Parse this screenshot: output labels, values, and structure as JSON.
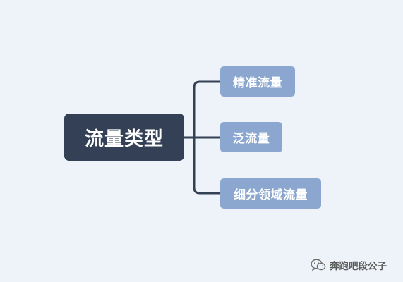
{
  "diagram": {
    "root": {
      "label": "流量类型"
    },
    "children": [
      {
        "label": "精准流量"
      },
      {
        "label": "泛流量"
      },
      {
        "label": "细分领域流量"
      }
    ]
  },
  "watermark": {
    "icon": "wechat-icon",
    "text": "奔跑吧段公子"
  },
  "colors": {
    "background": "#edf3f9",
    "root_fill": "#334055",
    "child_fill": "#8ca7cf",
    "connector": "#334055",
    "text_light": "#ffffff",
    "watermark_text": "#5a5a5a"
  }
}
